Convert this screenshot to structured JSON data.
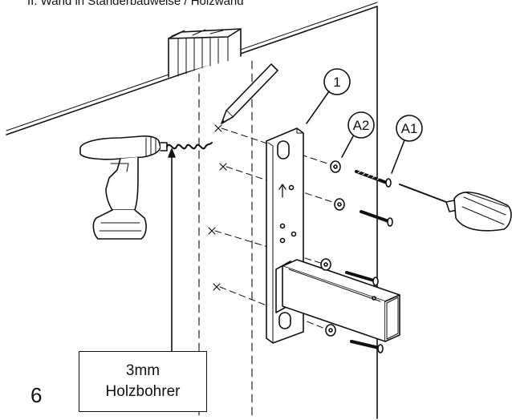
{
  "heading": "II. Wand in Ständerbauweise / Holzwand",
  "step_number": "6",
  "callout": {
    "line1": "3mm",
    "line2": "Holzbohrer"
  },
  "part_labels": {
    "bracket": "1",
    "washer": "A2",
    "screw": "A1"
  }
}
